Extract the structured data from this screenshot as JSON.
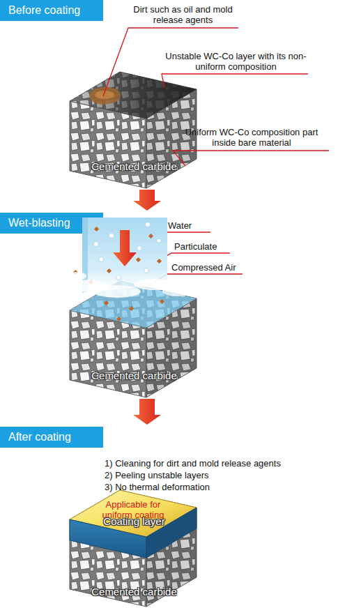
{
  "diagram": {
    "nodes": [
      {
        "text": [
          "Before coating"
        ]
      },
      {
        "text": [
          "Cemented carbide"
        ]
      },
      {
        "text": [
          "Wet-blasting"
        ]
      },
      {
        "text": [
          "Cemented carbide"
        ]
      },
      {
        "text": [
          "After coating"
        ]
      },
      {
        "text": [
          "Cemented carbide"
        ]
      },
      {
        "text": [
          "Applicable for uniform coating"
        ],
        "in": 5
      },
      {
        "text": [
          "Coating layer"
        ],
        "in": 5
      }
    ],
    "edges": [
      {
        "from": 1,
        "to": 2,
        "arrow": "to"
      },
      {
        "from": 3,
        "to": 4,
        "arrow": "to"
      }
    ],
    "labels": [
      "Dirt such as oil and mold release agents",
      "Unstable WC-Co layer with its non-uniform composition",
      "Uniform WC-Co composition part inside bare material",
      "Water",
      "Particulate",
      "Compressed Air",
      "1) Cleaning for dirt and mold release agents",
      "2) Peeling unstable layers",
      "3) No thermal deformation"
    ]
  }
}
